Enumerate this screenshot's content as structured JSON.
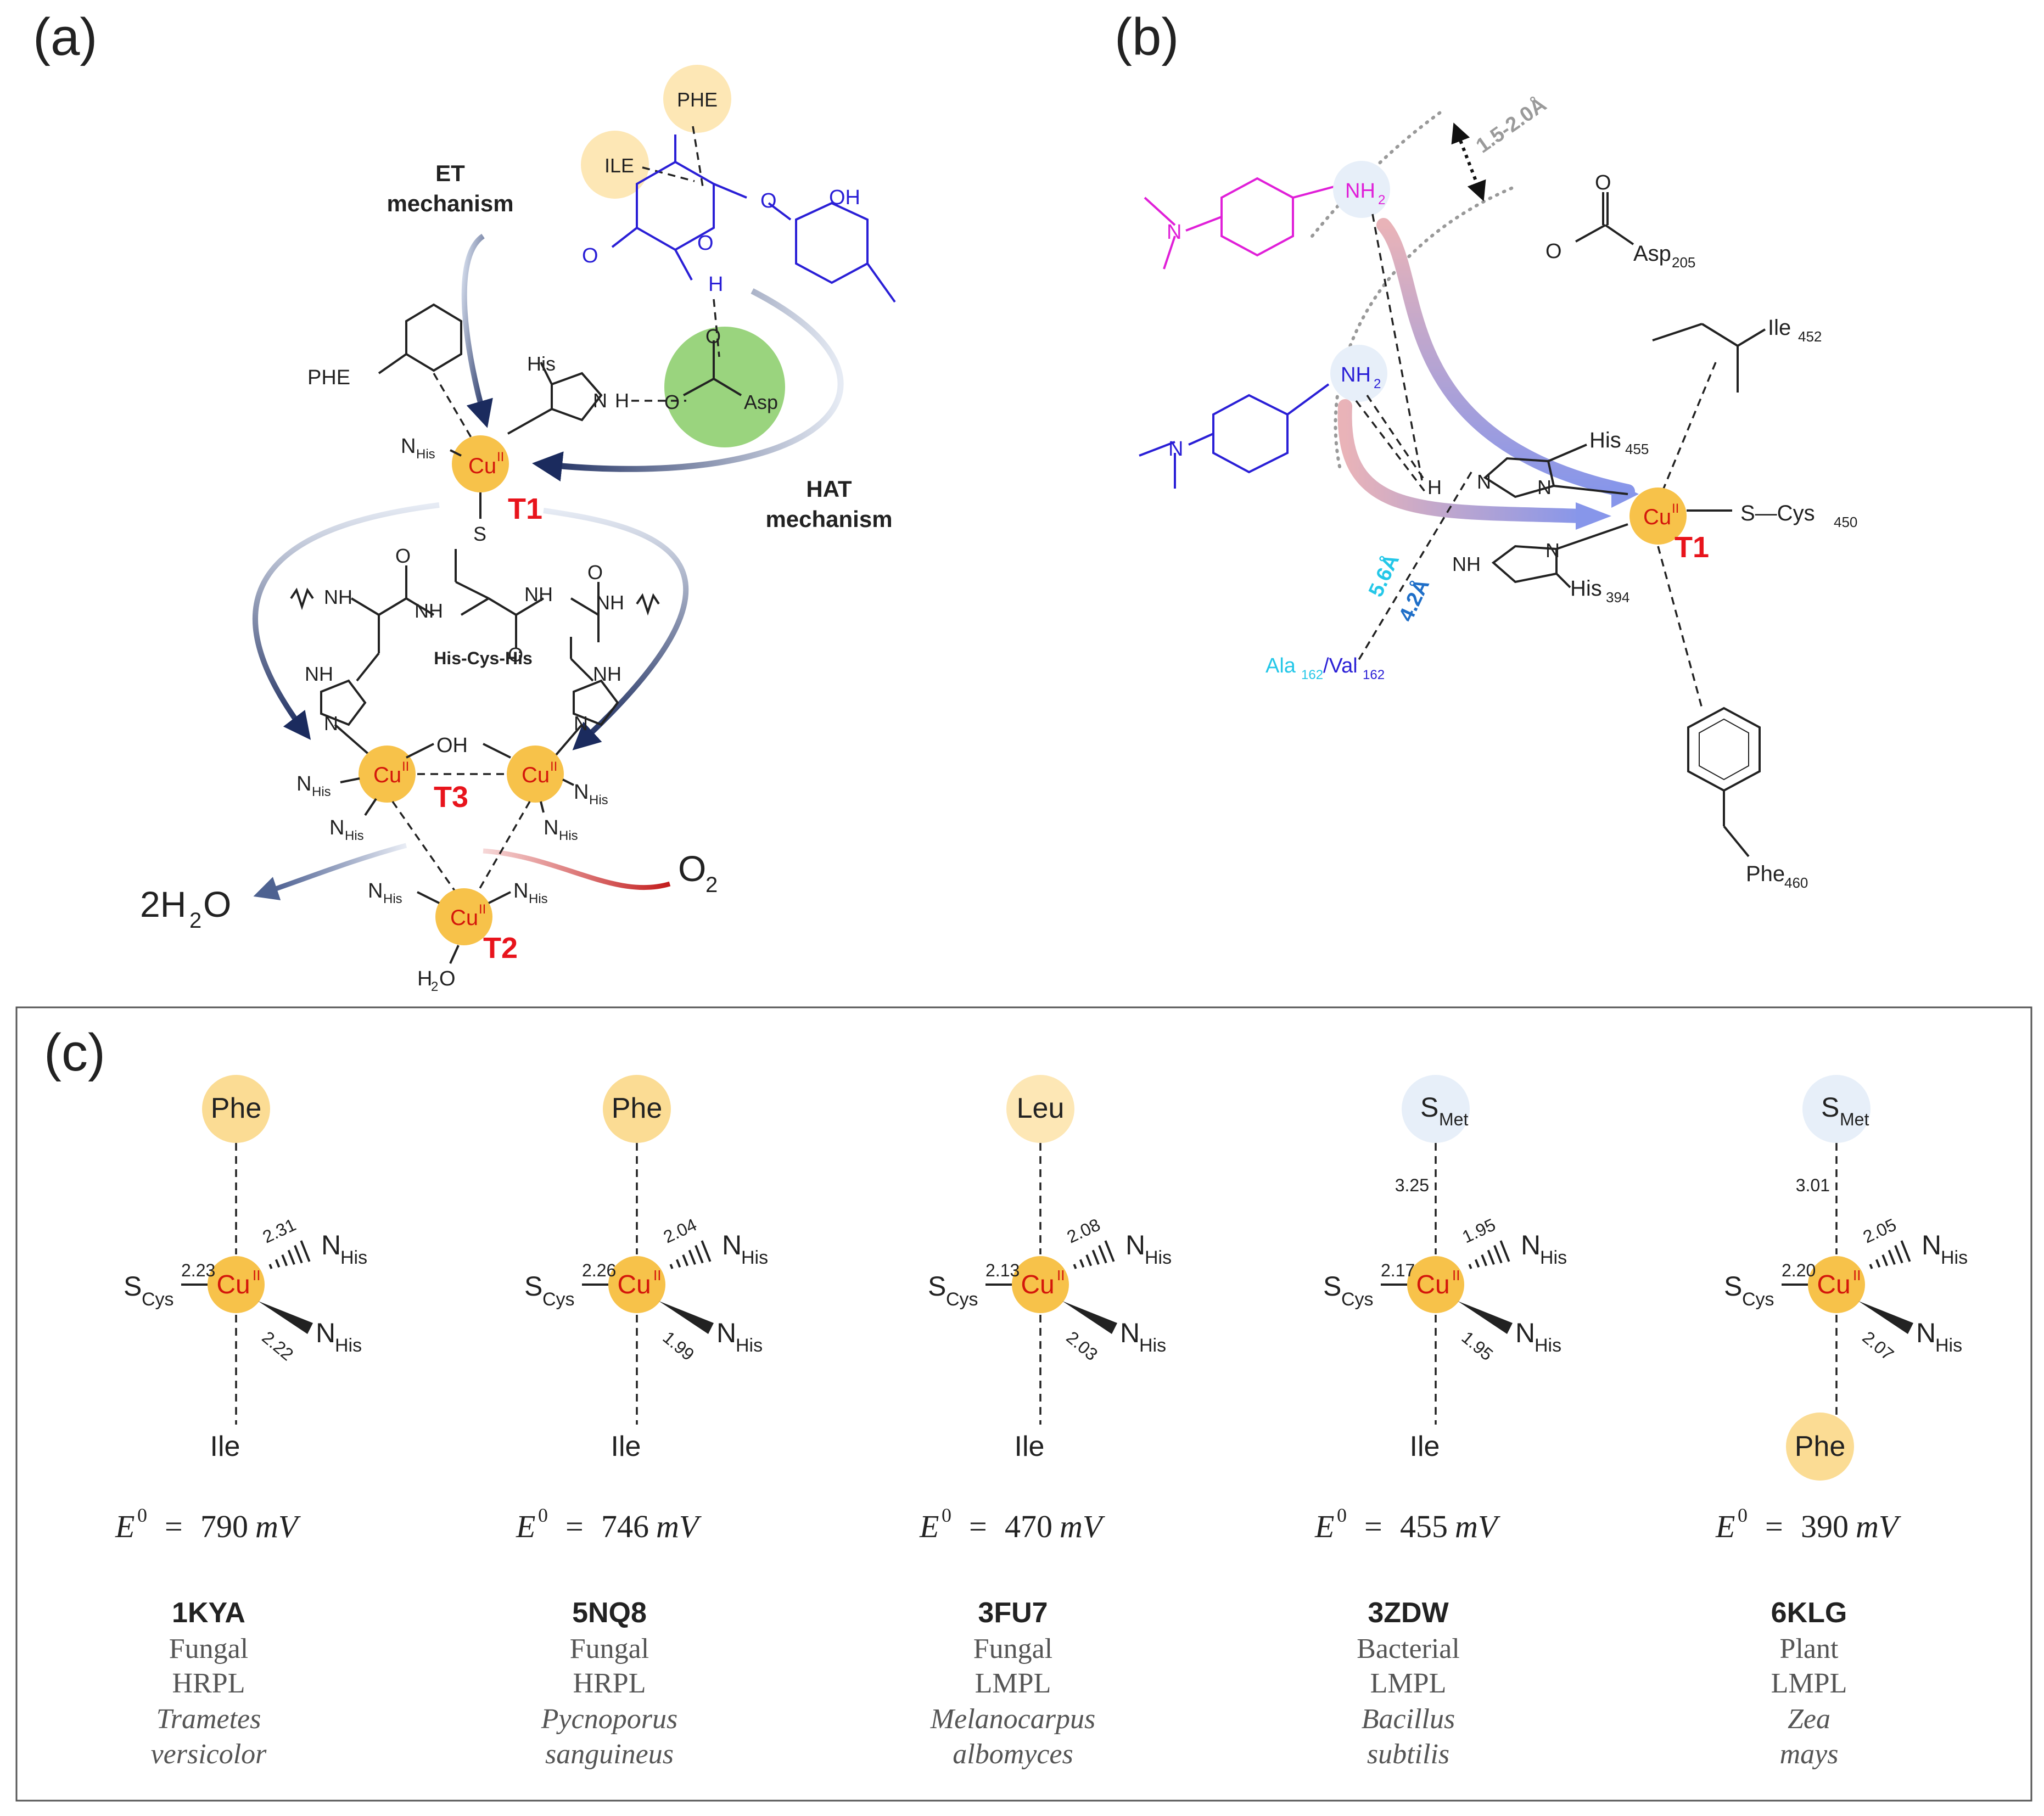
{
  "panel_labels": {
    "a": "(a)",
    "b": "(b)",
    "c": "(c)"
  },
  "colors": {
    "copper": "#f7c24a",
    "copper_soft": "#fde7b5",
    "green": "#9ad47e",
    "met": "#e7eff9",
    "arrow_dark": "#1b2b5e",
    "arrow_red": "#c31c1c",
    "red_label": "#e8141c",
    "blue_mol": "#2a1fd6",
    "magenta_mol": "#e01fd8",
    "cyan": "#24c7e8"
  },
  "panel_a": {
    "et_mechanism": "ET\nmechanism",
    "et_line1": "ET",
    "et_line2": "mechanism",
    "hat_line1": "HAT",
    "hat_line2": "mechanism",
    "phe_top": "PHE",
    "ile": "ILE",
    "phe_left": "PHE",
    "oh": "OH",
    "methoxy": "O",
    "h_label": "H",
    "his": "His",
    "n_h": "N",
    "asp": "Asp",
    "cu": "Cu",
    "cu_ox": "II",
    "n_his": "N",
    "his_sub": "His",
    "t1": "T1",
    "t2": "T2",
    "t3": "T3",
    "s": "S",
    "peptide_label": "His-Cys-His",
    "nh": "NH",
    "oh_bridge": "OH",
    "h2o": "H",
    "h2o_sub": "2",
    "h2o_tail": "O",
    "two_h2o": "2H",
    "two_h2o_sub": "2",
    "two_h2o_tail": "O",
    "o2": "O",
    "o2_sub": "2"
  },
  "panel_b": {
    "distance_range": "1.5-2.0Å",
    "nh2": "NH",
    "nh2_sub": "2",
    "asp_label": "Asp",
    "asp_sub": "205",
    "o_minus": "O",
    "o": "O",
    "ile_label": "Ile",
    "ile_sub": "452",
    "his455": "His",
    "his455_sub": "455",
    "his394": "His",
    "his394_sub": "394",
    "cys": "S—Cys",
    "cys_sub": "450",
    "cu": "Cu",
    "cu_ox": "II",
    "t1": "T1",
    "d56": "5.6Å",
    "d42": "4.2Å",
    "ala": "Ala",
    "ala_sub": "162",
    "val": "/Val",
    "val_sub": "162",
    "phe_label": "Phe",
    "phe_sub": "460",
    "h": "H",
    "n": "N",
    "nh": "NH"
  },
  "panel_c": {
    "sites": [
      {
        "top": "Phe",
        "top_kind": "phe",
        "top_dist": "",
        "s_dist": "2.23",
        "n1_dist": "2.31",
        "n2_dist": "2.22",
        "bottom": "Ile",
        "bottom_kind": "text",
        "e0": "790",
        "pdb": "1KYA",
        "kingdom": "Fungal",
        "class": "HRPL",
        "species1": "Trametes",
        "species2": "versicolor"
      },
      {
        "top": "Phe",
        "top_kind": "phe",
        "top_dist": "",
        "s_dist": "2.26",
        "n1_dist": "2.04",
        "n2_dist": "1.99",
        "bottom": "Ile",
        "bottom_kind": "text",
        "e0": "746",
        "pdb": "5NQ8",
        "kingdom": "Fungal",
        "class": "HRPL",
        "species1": "Pycnoporus",
        "species2": "sanguineus"
      },
      {
        "top": "Leu",
        "top_kind": "leu",
        "top_dist": "",
        "s_dist": "2.13",
        "n1_dist": "2.08",
        "n2_dist": "2.03",
        "bottom": "Ile",
        "bottom_kind": "text",
        "e0": "470",
        "pdb": "3FU7",
        "kingdom": "Fungal",
        "class": "LMPL",
        "species1": "Melanocarpus",
        "species2": "albomyces"
      },
      {
        "top": "S",
        "top_sub": "Met",
        "top_kind": "met",
        "top_dist": "3.25",
        "s_dist": "2.17",
        "n1_dist": "1.95",
        "n2_dist": "1.95",
        "bottom": "Ile",
        "bottom_kind": "text",
        "e0": "455",
        "pdb": "3ZDW",
        "kingdom": "Bacterial",
        "class": "LMPL",
        "species1": "Bacillus",
        "species2": "subtilis"
      },
      {
        "top": "S",
        "top_sub": "Met",
        "top_kind": "met",
        "top_dist": "3.01",
        "s_dist": "2.20",
        "n1_dist": "2.05",
        "n2_dist": "2.07",
        "bottom": "Phe",
        "bottom_kind": "phe",
        "e0": "390",
        "pdb": "6KLG",
        "kingdom": "Plant",
        "class": "LMPL",
        "species1": "Zea",
        "species2": "mays"
      }
    ],
    "s_cys": "S",
    "s_cys_sub": "Cys",
    "n_his": "N",
    "n_his_sub": "His",
    "cu": "Cu",
    "cu_ox": "II",
    "e0_symbol": "E",
    "e0_sup": "0",
    "e0_unit": "mV"
  }
}
